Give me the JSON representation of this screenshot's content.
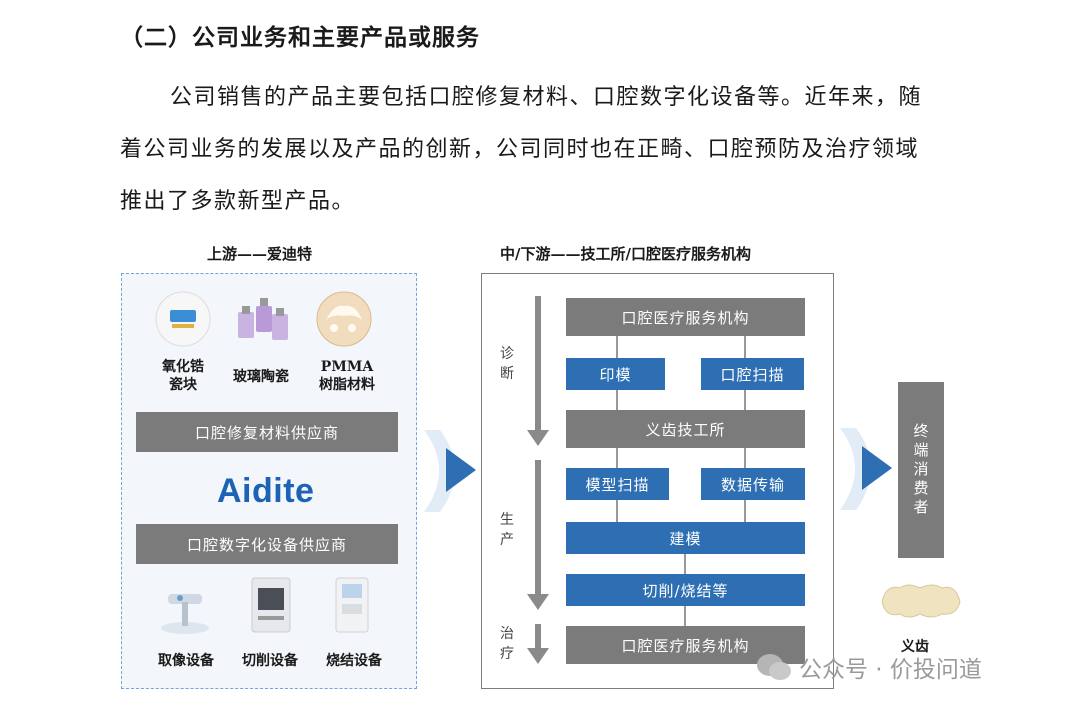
{
  "heading": "（二）公司业务和主要产品或服务",
  "paragraph": {
    "line1": "公司销售的产品主要包括口腔修复材料、口腔数字化设备等。近年来，随",
    "line2": "着公司业务的发展以及产品的创新，公司同时也在正畸、口腔预防及治疗领域",
    "line3": "推出了多款新型产品。"
  },
  "upstream": {
    "title": "上游——爱迪特",
    "materials": [
      {
        "line1": "氧化锆",
        "line2": "瓷块"
      },
      {
        "line1": "玻璃陶瓷",
        "line2": ""
      },
      {
        "line1": "PMMA",
        "line2": "树脂材料"
      }
    ],
    "supplier1": "口腔修复材料供应商",
    "logo": "Aidite",
    "supplier2": "口腔数字化设备供应商",
    "devices": [
      "取像设备",
      "切削设备",
      "烧结设备"
    ]
  },
  "midstream": {
    "title": "中/下游——技工所/口腔医疗服务机构",
    "stage_diagnosis": "诊断",
    "stage_production": "生产",
    "stage_treatment": "治疗",
    "box_clinic_top": "口腔医疗服务机构",
    "box_impression": "印模",
    "box_oral_scan": "口腔扫描",
    "box_denture_lab": "义齿技工所",
    "box_model_scan": "模型扫描",
    "box_data_transfer": "数据传输",
    "box_modeling": "建模",
    "box_cutting": "切削/烧结等",
    "box_clinic_bottom": "口腔医疗服务机构"
  },
  "end": {
    "consumer": "终端消费者",
    "denture_label": "义齿"
  },
  "watermark": "公众号 · 价投问道",
  "colors": {
    "blue": "#2e6fb4",
    "gray": "#7b7b7b",
    "logo": "#1d63b5",
    "panel_border": "#6fa5d8"
  }
}
